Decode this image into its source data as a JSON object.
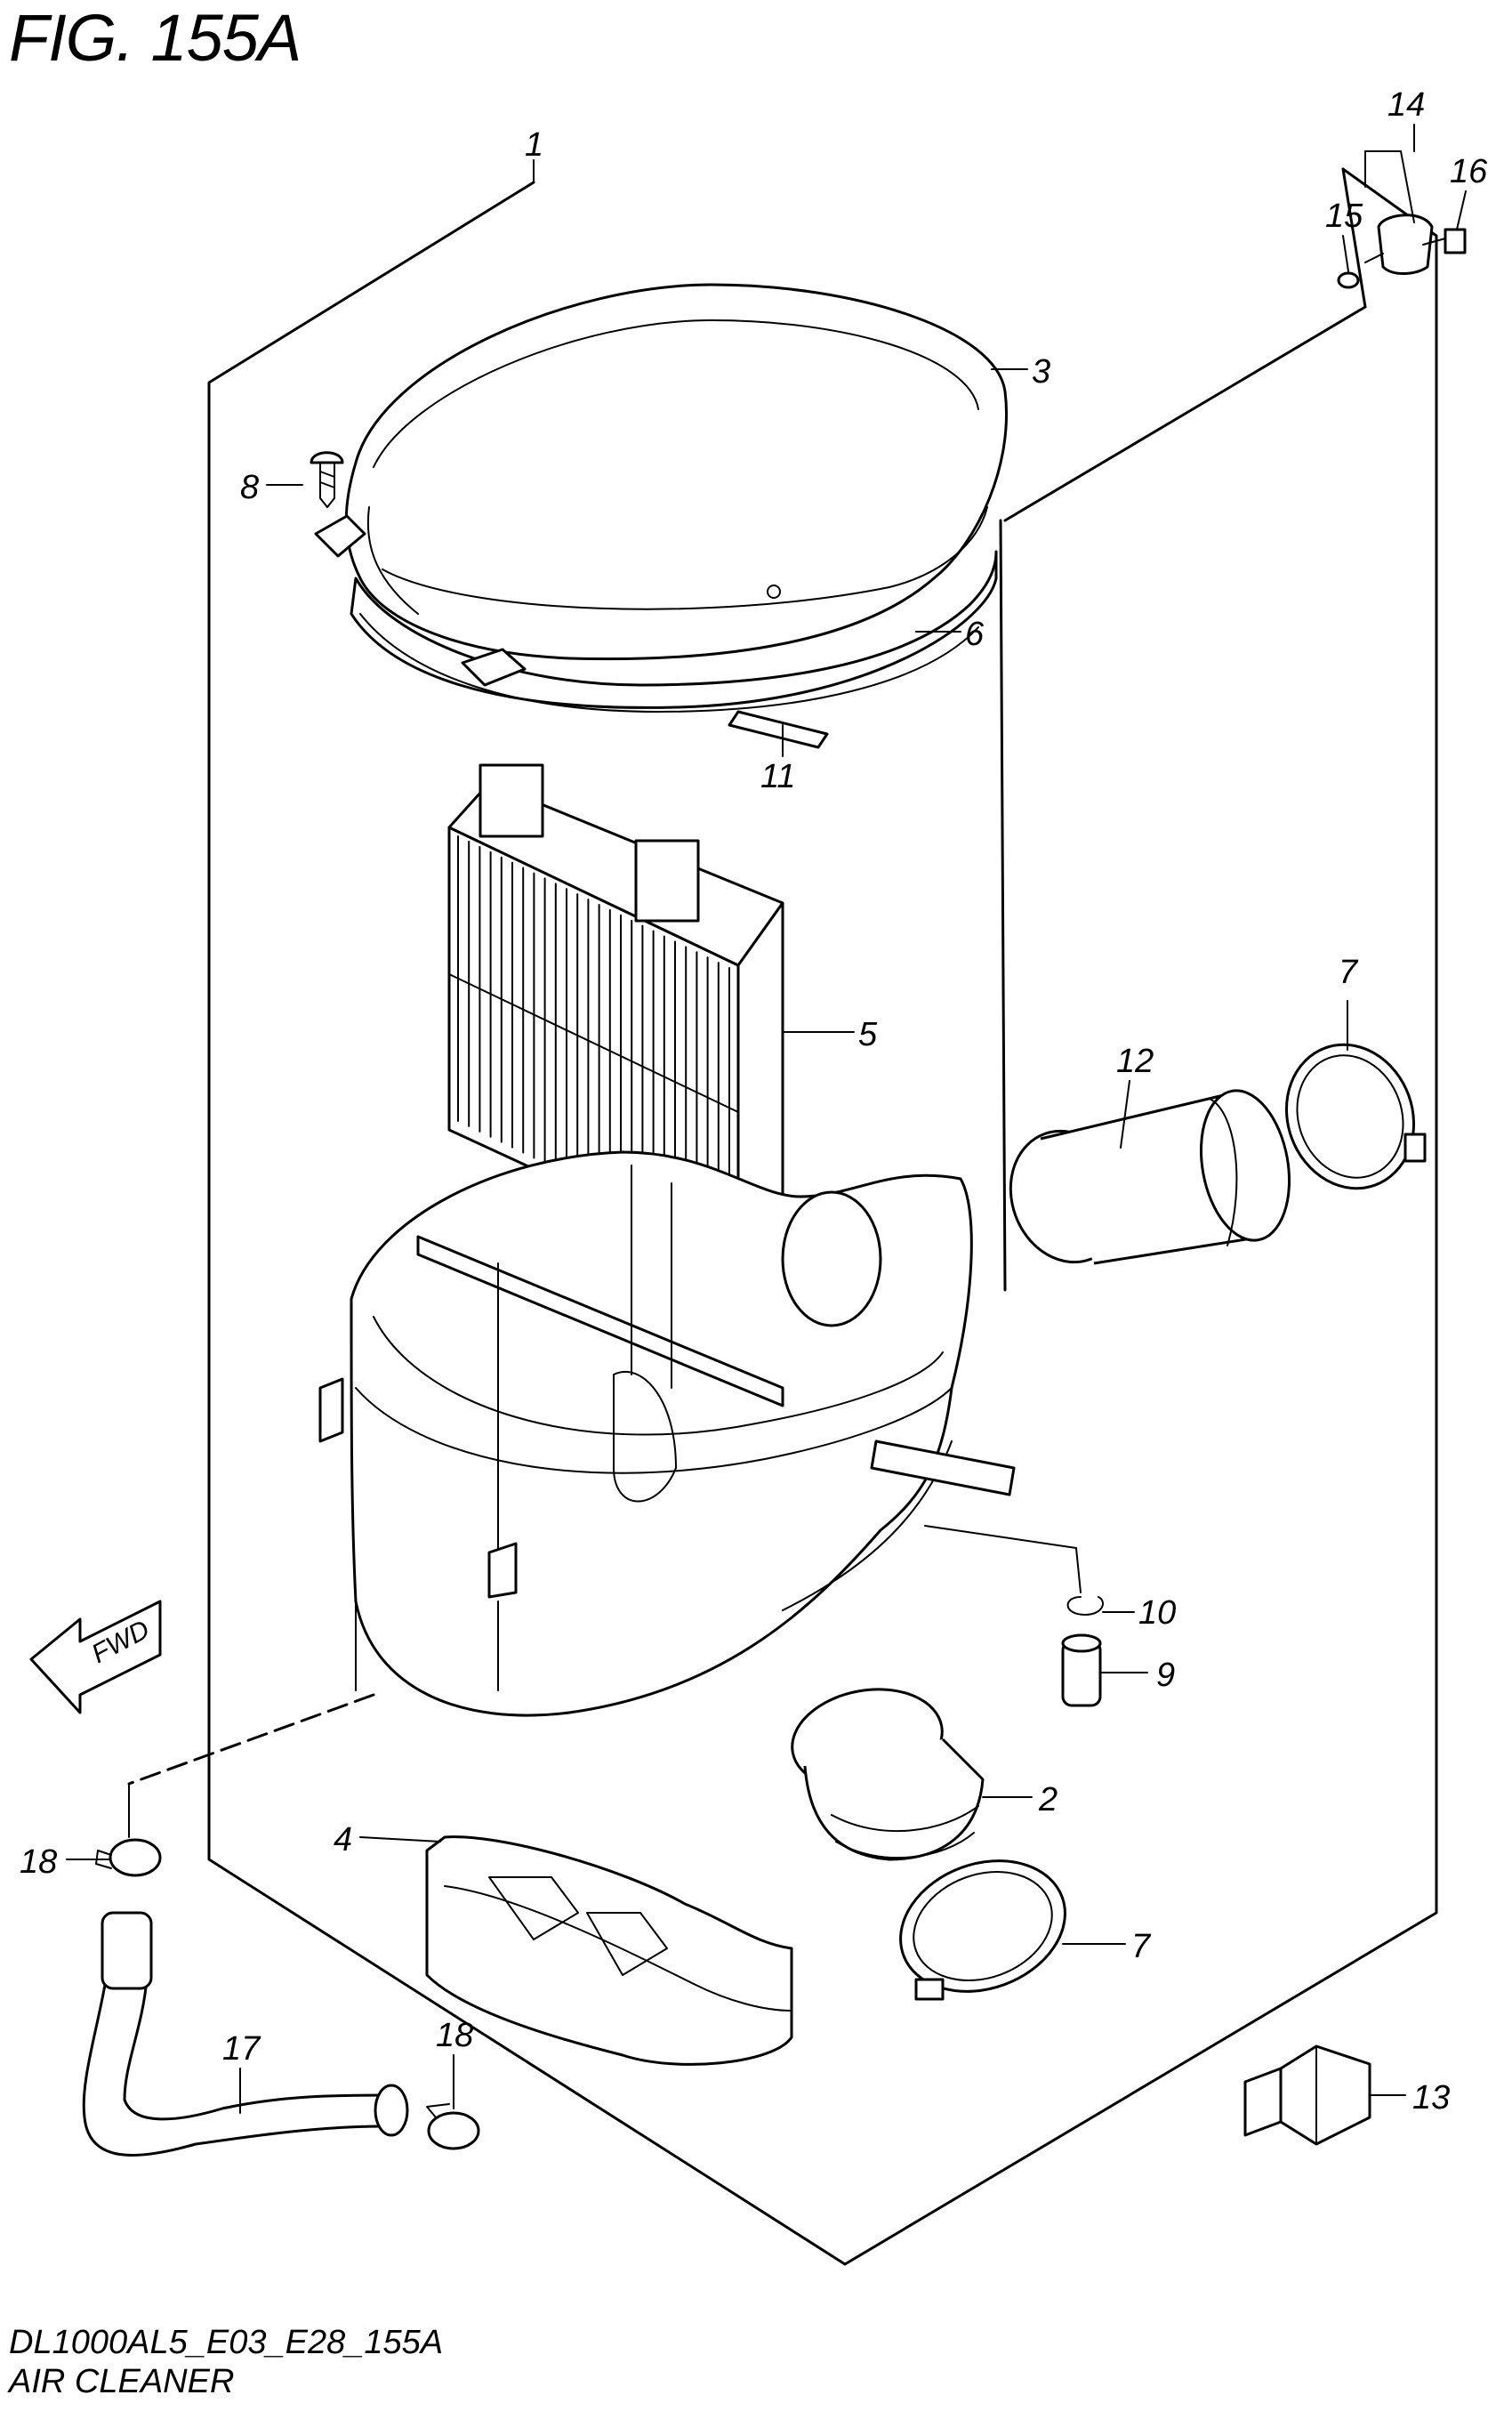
{
  "figure": {
    "title": "FIG. 155A",
    "code": "DL1000AL5_E03_E28_155A",
    "name": "AIR CLEANER"
  },
  "direction_badge": "FWD",
  "callouts": [
    {
      "id": "c1",
      "label": "1"
    },
    {
      "id": "c2",
      "label": "2"
    },
    {
      "id": "c3",
      "label": "3"
    },
    {
      "id": "c4",
      "label": "4"
    },
    {
      "id": "c5",
      "label": "5"
    },
    {
      "id": "c6",
      "label": "6"
    },
    {
      "id": "c7a",
      "label": "7"
    },
    {
      "id": "c7b",
      "label": "7"
    },
    {
      "id": "c8",
      "label": "8"
    },
    {
      "id": "c9",
      "label": "9"
    },
    {
      "id": "c10",
      "label": "10"
    },
    {
      "id": "c11",
      "label": "11"
    },
    {
      "id": "c12",
      "label": "12"
    },
    {
      "id": "c13",
      "label": "13"
    },
    {
      "id": "c14",
      "label": "14"
    },
    {
      "id": "c15",
      "label": "15"
    },
    {
      "id": "c16",
      "label": "16"
    },
    {
      "id": "c17",
      "label": "17"
    },
    {
      "id": "c18a",
      "label": "18"
    },
    {
      "id": "c18b",
      "label": "18"
    }
  ]
}
